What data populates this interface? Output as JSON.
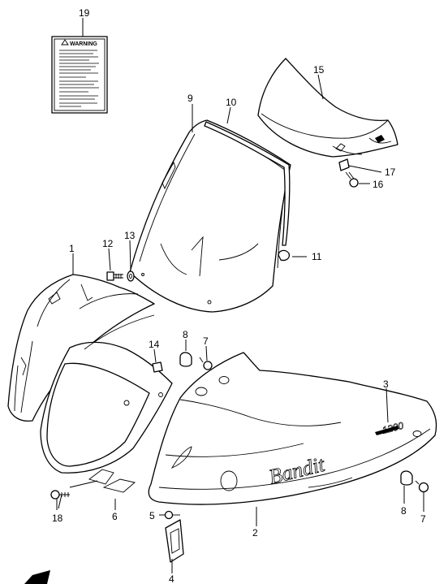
{
  "labels": {
    "p1": "1",
    "p2": "2",
    "p3": "3",
    "p4": "4",
    "p5": "5",
    "p6": "6",
    "p7a": "7",
    "p7b": "7",
    "p8a": "8",
    "p8b": "8",
    "p9": "9",
    "p10": "10",
    "p11": "11",
    "p12": "12",
    "p13": "13",
    "p14": "14",
    "p15": "15",
    "p16": "16",
    "p17": "17",
    "p18": "18",
    "p19": "19"
  },
  "warning_label": {
    "title": "WARNING"
  },
  "side_text": {
    "script": "Bandit",
    "model": "1200"
  }
}
